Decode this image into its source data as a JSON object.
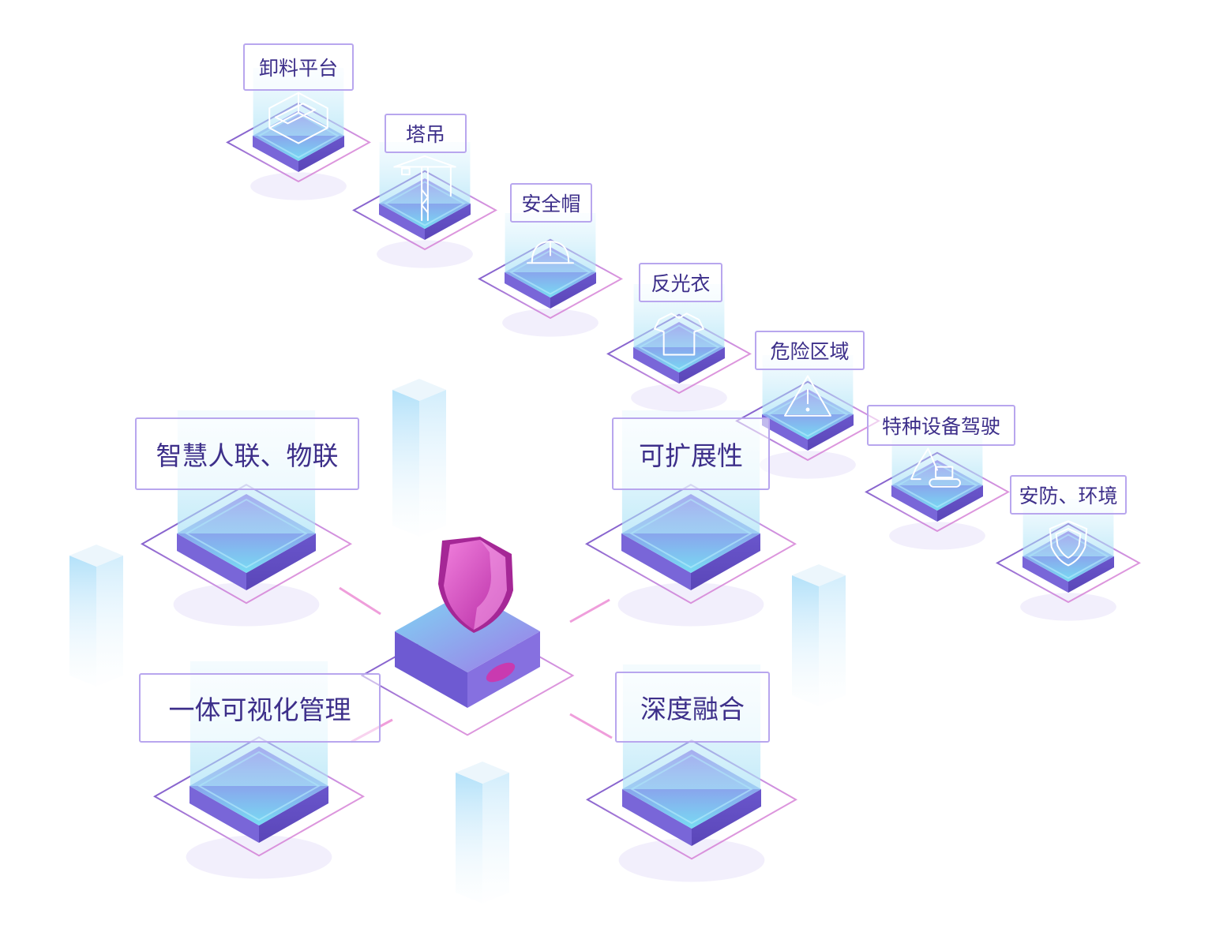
{
  "major_nodes": [
    {
      "label": "智慧人联、物联"
    },
    {
      "label": "可扩展性"
    },
    {
      "label": "一体可视化管理"
    },
    {
      "label": "深度融合"
    }
  ],
  "minor_nodes": [
    {
      "label": "卸料平台",
      "icon": "platform-icon"
    },
    {
      "label": "塔吊",
      "icon": "tower-crane-icon"
    },
    {
      "label": "安全帽",
      "icon": "hard-hat-icon"
    },
    {
      "label": "反光衣",
      "icon": "vest-icon"
    },
    {
      "label": "危险区域",
      "icon": "warning-icon"
    },
    {
      "label": "特种设备驾驶",
      "icon": "excavator-icon"
    },
    {
      "label": "安防、环境",
      "icon": "shield-icon"
    }
  ],
  "hub": {
    "icon": "shield-icon"
  },
  "colors": {
    "tile_top": "#8f72e8",
    "tile_top_light": "#7fd9f2",
    "tile_side": "#6f5ad0",
    "beam": "#bfe4f8",
    "label_border": "#b8a6ee",
    "label_text": "#3d2f8a",
    "accent": "#e24fbd"
  }
}
